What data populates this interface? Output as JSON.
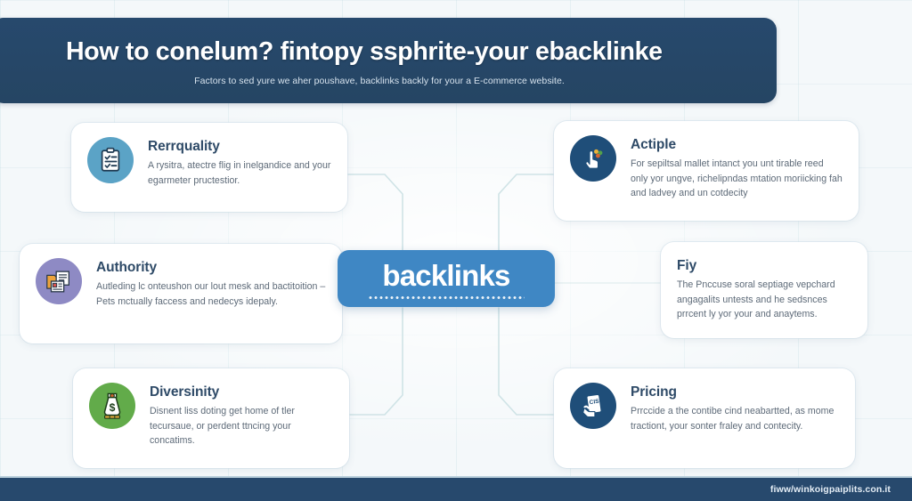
{
  "header": {
    "title": "How to conelum? fintopy ssphrite-your ebacklinke",
    "subtitle": "Factors to sed yure we aher poushave, backlinks backly for your a E-commerce website."
  },
  "center": {
    "label": "backlinks"
  },
  "cards": [
    {
      "id": "quality",
      "title": "Rerrquality",
      "text": "A rysitra, atectre flig in inelgandice and your egarmeter pructestior.",
      "icon": "clipboard-checklist-icon",
      "icon_bg": "#5ba3c6",
      "icon_fg": "#1f3a52"
    },
    {
      "id": "action",
      "title": "Actiple",
      "text": "For sepiltsal mallet intanct you unt tirable reed only yor ungve, richelipndas mtation moriicking fah and ladvey and un cotdecity",
      "icon": "hand-click-icon",
      "icon_bg": "#1f4e79",
      "icon_fg": "#ffffff"
    },
    {
      "id": "authority",
      "title": "Authority",
      "text": "Autleding lc onteushon our lout mesk and bactitoition – Pets mctually faccess and nedecys idepaly.",
      "icon": "documents-folder-icon",
      "icon_bg": "#8e8ac4",
      "icon_fg": "#2b3a4a"
    },
    {
      "id": "fly",
      "title": "Fiy",
      "text": "The Pnccuse soral septiage vepchard angagalits untests and he sedsnces prrcent ly yor your and anaytems.",
      "icon": "none",
      "icon_bg": "",
      "icon_fg": ""
    },
    {
      "id": "diversity",
      "title": "Diversinity",
      "text": "Disnent liss doting get home of tler tecursaue, or perdent ttncing your concatims.",
      "icon": "money-bag-dollar-icon",
      "icon_bg": "#62ab4a",
      "icon_fg": "#1d3d1a"
    },
    {
      "id": "pricing",
      "title": "Pricing",
      "text": "Prrccide a the contibe cind neabartted, as mome tractiont, your sonter fraley and contecity.",
      "icon": "hand-holding-phone-icon",
      "icon_bg": "#1f4e79",
      "icon_fg": "#ffffff"
    }
  ],
  "footer": {
    "url": "fiww/winkoigpaiplits.con.it"
  },
  "colors": {
    "header_bg": "#27496d",
    "badge_bg": "#3f87c4",
    "canvas_bg": "#f4f8fa",
    "connector": "#cfe3e6",
    "title_text": "#2e4a67",
    "body_text": "#5d6a78"
  }
}
